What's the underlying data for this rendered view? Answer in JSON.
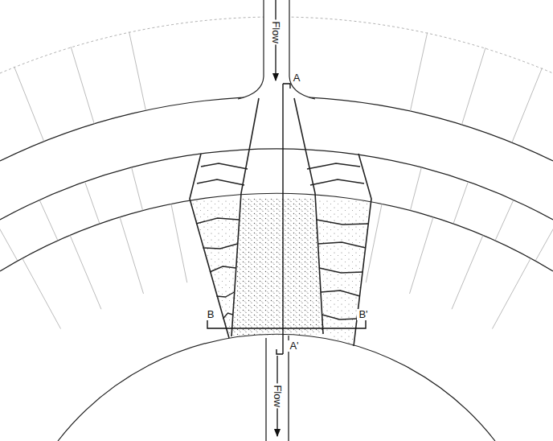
{
  "diagram": {
    "labels": [
      "Flow",
      "A",
      "B",
      "B'",
      "A'",
      "Flow"
    ]
  }
}
